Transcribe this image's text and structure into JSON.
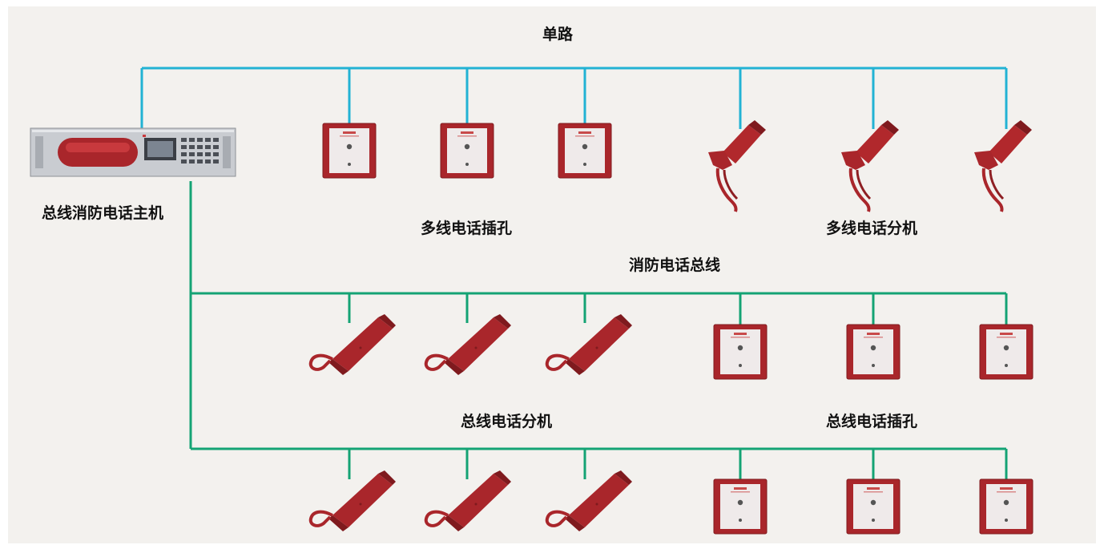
{
  "labels": {
    "single_line": "单路",
    "host": "总线消防电话主机",
    "multi_jack": "多线电话插孔",
    "multi_ext": "多线电话分机",
    "bus": "消防电话总线",
    "bus_ext": "总线电话分机",
    "bus_jack": "总线电话插孔"
  },
  "colors": {
    "single_line_wire": "#22b2d4",
    "bus_wire": "#14a374",
    "device_red": "#a9262b"
  },
  "devices": {
    "host": "fire-telephone-host",
    "jack": "telephone-jack",
    "wall_phone": "wall-phone-extension",
    "desk_phone": "bus-phone-extension"
  }
}
